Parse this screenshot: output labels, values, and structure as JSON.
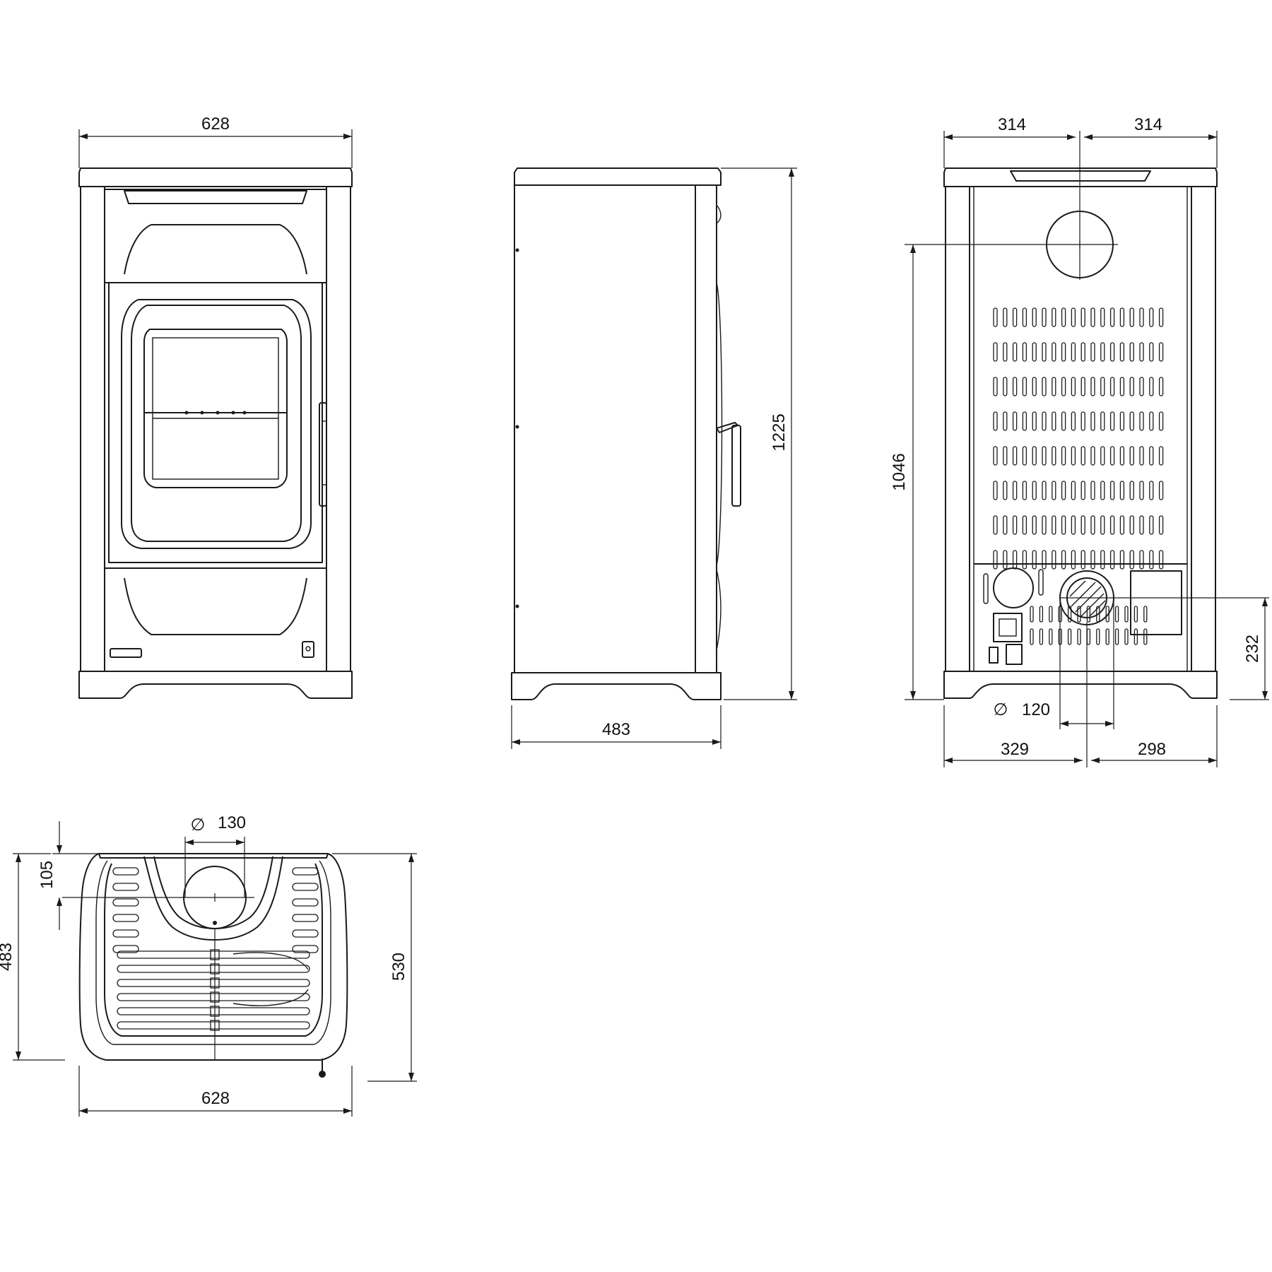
{
  "drawing": {
    "front": {
      "width": "628"
    },
    "side": {
      "height": "1225",
      "depth": "483"
    },
    "rear": {
      "half_left": "314",
      "half_right": "314",
      "flue_height": "1046",
      "air_inlet_height": "232",
      "air_inlet_diameter_symbol": "∅",
      "air_inlet_diameter": "120",
      "offset_left": "329",
      "offset_right": "298"
    },
    "top": {
      "flue_diameter_symbol": "∅",
      "flue_diameter": "130",
      "flue_offset": "105",
      "depth": "483",
      "depth_with_handle": "530",
      "width": "628"
    }
  }
}
